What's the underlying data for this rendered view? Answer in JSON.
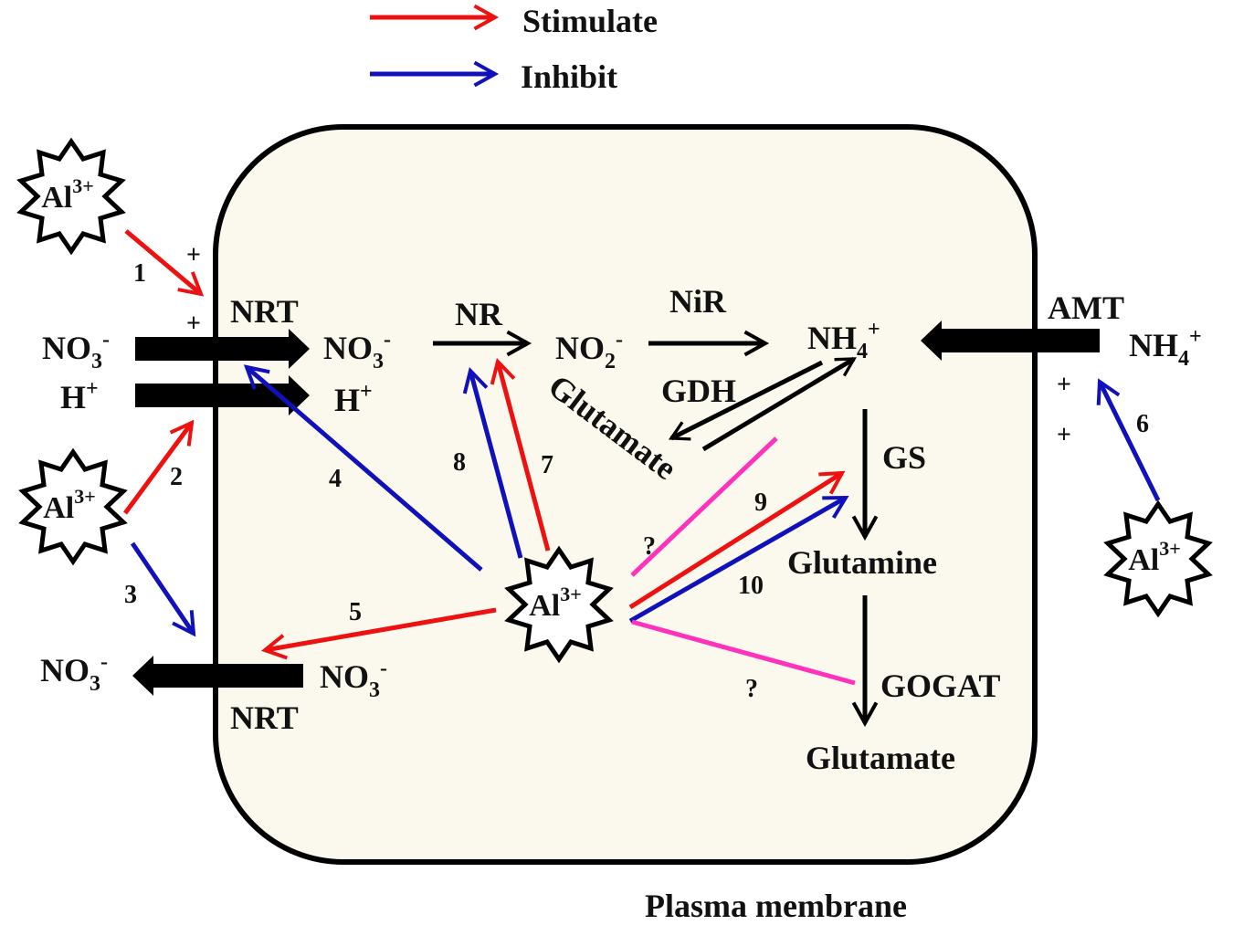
{
  "legend": {
    "stimulate": {
      "label": "Stimulate",
      "color": "#ee1111"
    },
    "inhibit": {
      "label": "Inhibit",
      "color": "#1111bb"
    }
  },
  "colors": {
    "cell_fill": "#fbf9ee",
    "unknown_link": "#ff33bb",
    "transport": "#000000"
  },
  "aluminum": {
    "base": "Al",
    "charge": "3+"
  },
  "outside_left": {
    "nitrate_in": {
      "base": "NO",
      "sub": "3",
      "sup": "-"
    },
    "proton": {
      "base": "H",
      "sup": "+"
    },
    "nitrate_out": {
      "base": "NO",
      "sub": "3",
      "sup": "-"
    }
  },
  "outside_right": {
    "ammonium": {
      "base": "NH",
      "sub": "4",
      "sup": "+"
    }
  },
  "transporters": {
    "influx": "NRT",
    "efflux": "NRT",
    "ammonium": "AMT"
  },
  "signs": {
    "plus": "+"
  },
  "inside": {
    "nitrate": {
      "base": "NO",
      "sub": "3",
      "sup": "-"
    },
    "proton": {
      "base": "H",
      "sup": "+"
    },
    "nitrite": {
      "base": "NO",
      "sub": "2",
      "sup": "-"
    },
    "ammonium": {
      "base": "NH",
      "sub": "4",
      "sup": "+"
    },
    "nitrate_efflux": {
      "base": "NO",
      "sub": "3",
      "sup": "-"
    },
    "glutamate_gdh": "Glutamate",
    "glutamine": "Glutamine",
    "glutamate_end": "Glutamate"
  },
  "enzymes": {
    "nr": "NR",
    "nir": "NiR",
    "gdh": "GDH",
    "gs": "GS",
    "gogat": "GOGAT"
  },
  "effects": [
    {
      "number": "1",
      "type": "stimulate"
    },
    {
      "number": "2",
      "type": "stimulate"
    },
    {
      "number": "3",
      "type": "inhibit"
    },
    {
      "number": "4",
      "type": "inhibit"
    },
    {
      "number": "5",
      "type": "stimulate"
    },
    {
      "number": "6",
      "type": "inhibit"
    },
    {
      "number": "7",
      "type": "stimulate"
    },
    {
      "number": "8",
      "type": "inhibit"
    },
    {
      "number": "9",
      "type": "stimulate"
    },
    {
      "number": "10",
      "type": "inhibit"
    }
  ],
  "unknown_effects": [
    "?",
    "?"
  ],
  "membrane_caption": "Plasma membrane"
}
